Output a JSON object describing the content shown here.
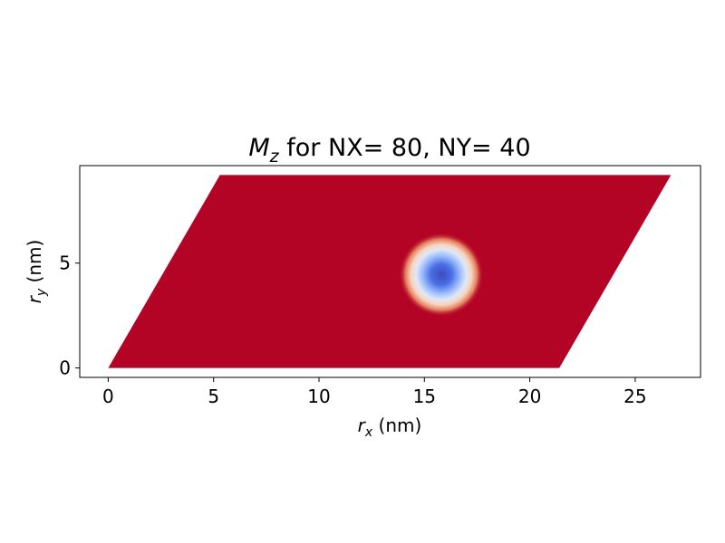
{
  "chart_data": {
    "type": "heatmap",
    "title": {
      "symbol": "M",
      "subscript": "z",
      "rest": " for NX=  80, NY=  40"
    },
    "xlabel": {
      "symbol": "r",
      "subscript": "x",
      "rest": " (nm)"
    },
    "ylabel": {
      "symbol": "r",
      "subscript": "y",
      "rest": " (nm)"
    },
    "xlim": [
      -1.35,
      28.1
    ],
    "ylim": [
      -0.45,
      9.65
    ],
    "xticks": [
      0,
      5,
      10,
      15,
      20,
      25
    ],
    "xtick_labels": [
      "0",
      "5",
      "10",
      "15",
      "20",
      "25"
    ],
    "yticks": [
      0,
      5
    ],
    "ytick_labels": [
      "0",
      "5"
    ],
    "grid": false,
    "lattice": {
      "NX": 80,
      "NY": 40,
      "corners": [
        [
          0,
          0
        ],
        [
          21.4,
          0
        ],
        [
          26.7,
          9.2
        ],
        [
          5.3,
          9.2
        ]
      ]
    },
    "background_value": 1,
    "skyrmion": {
      "center_x": 15.8,
      "center_y": 4.45,
      "core_value": -1,
      "radius_nm": 2.0
    },
    "colormap": {
      "name": "coolwarm",
      "min_color": "#4a6fe3",
      "mid_color": "#f2f2f2",
      "max_color": "#b40426"
    }
  }
}
